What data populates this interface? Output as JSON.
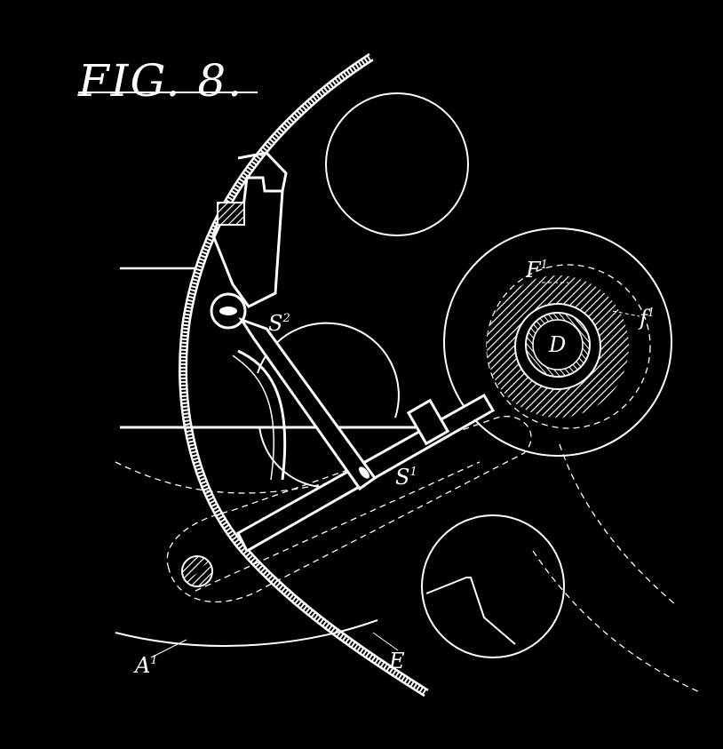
{
  "figure": {
    "title": "FIG. 8.",
    "labels": {
      "s2": "S",
      "s2_sup": "2",
      "s1": "S",
      "s1_sup": "1",
      "f1": "F",
      "f1_sup": "1",
      "f_prime": "f",
      "f_prime_sup": "1",
      "d": "D",
      "a1": "A",
      "a1_sup": "1",
      "e": "E"
    }
  }
}
